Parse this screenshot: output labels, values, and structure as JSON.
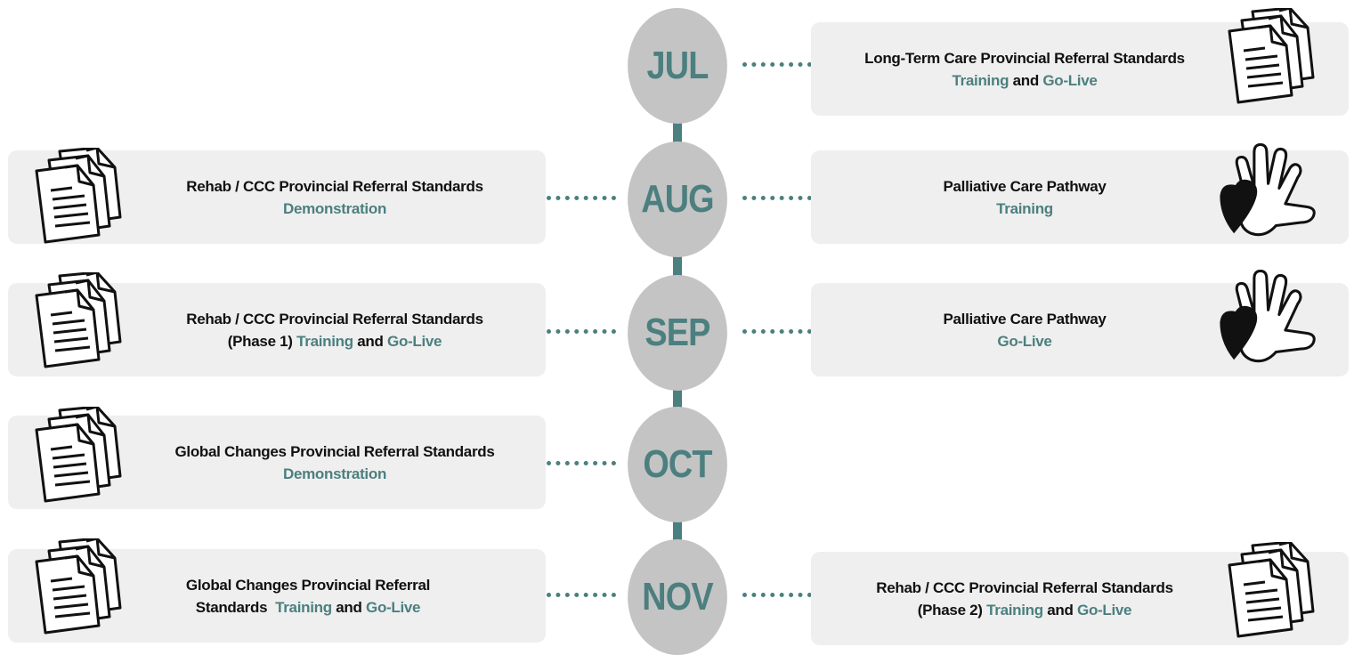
{
  "months": [
    "JUL",
    "AUG",
    "SEP",
    "OCT",
    "NOV"
  ],
  "right": {
    "jul": {
      "line1": "Long-Term Care Provincial Referral Standards",
      "a": "Training",
      "and": "and",
      "b": "Go-Live"
    },
    "aug": {
      "title": "Palliative Care Pathway",
      "sub": "Training"
    },
    "sep": {
      "title": "Palliative Care Pathway",
      "sub": "Go-Live"
    },
    "nov": {
      "line1": "Rehab / CCC Provincial Referral Standards",
      "prefix": "(Phase 2)",
      "a": "Training",
      "and": "and",
      "b": "Go-Live"
    }
  },
  "left": {
    "aug": {
      "title": "Rehab / CCC Provincial Referral Standards",
      "sub": "Demonstration"
    },
    "sep": {
      "line1": "Rehab / CCC Provincial Referral Standards",
      "prefix": "(Phase 1)",
      "a": "Training",
      "and": "and",
      "b": "Go-Live"
    },
    "oct": {
      "title": "Global Changes Provincial Referral Standards",
      "sub": "Demonstration"
    },
    "nov": {
      "line1": "Global Changes Provincial Referral",
      "prefix": "Standards",
      "a": "Training",
      "and": "and",
      "b": "Go-Live"
    }
  },
  "colors": {
    "accent": "#4c7f7f",
    "circle": "#c4c4c4",
    "card": "#efefef"
  },
  "icons": [
    "documents-icon",
    "hand-heart-icon"
  ]
}
